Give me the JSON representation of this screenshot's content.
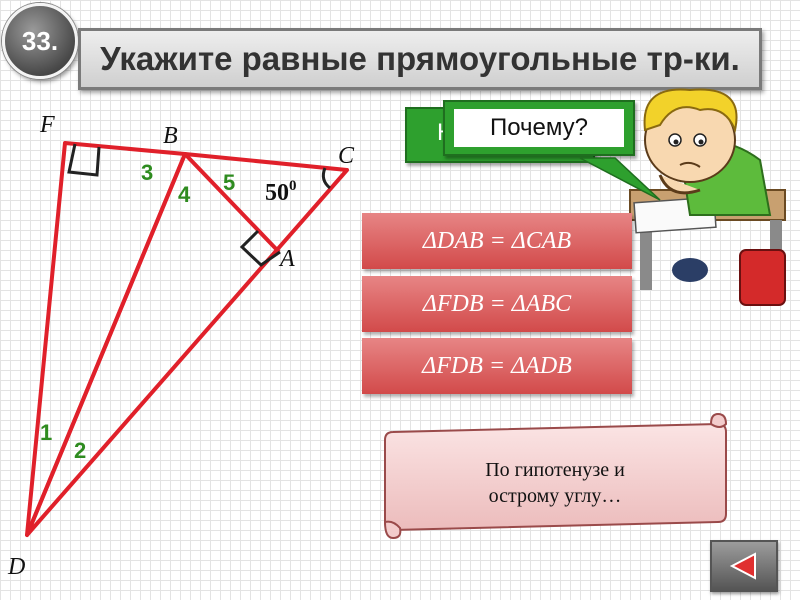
{
  "slide": {
    "number": "33.",
    "title": "Укажите равные прямоугольные тр-ки."
  },
  "figure": {
    "vertices": {
      "F": "F",
      "B": "B",
      "C": "C",
      "A": "A",
      "D": "D"
    },
    "angle_numbers": {
      "n1": "1",
      "n2": "2",
      "n3": "3",
      "n4": "4",
      "n5": "5"
    },
    "angle_value": "50",
    "angle_degree": "0",
    "line_color": "#e0202a",
    "number_color": "#2e8b1f"
  },
  "hint": {
    "behind_label": "Н",
    "front_label": "Почему?"
  },
  "answers": [
    {
      "label": "ΔDAB = ΔCAB"
    },
    {
      "label": "ΔFDB = ΔABC"
    },
    {
      "label": "ΔFDB = ΔADB"
    }
  ],
  "scroll": {
    "line1": "По гипотенузе и",
    "line2": "острому углу…"
  },
  "nav": {
    "back_icon": "back-triangle-icon"
  }
}
